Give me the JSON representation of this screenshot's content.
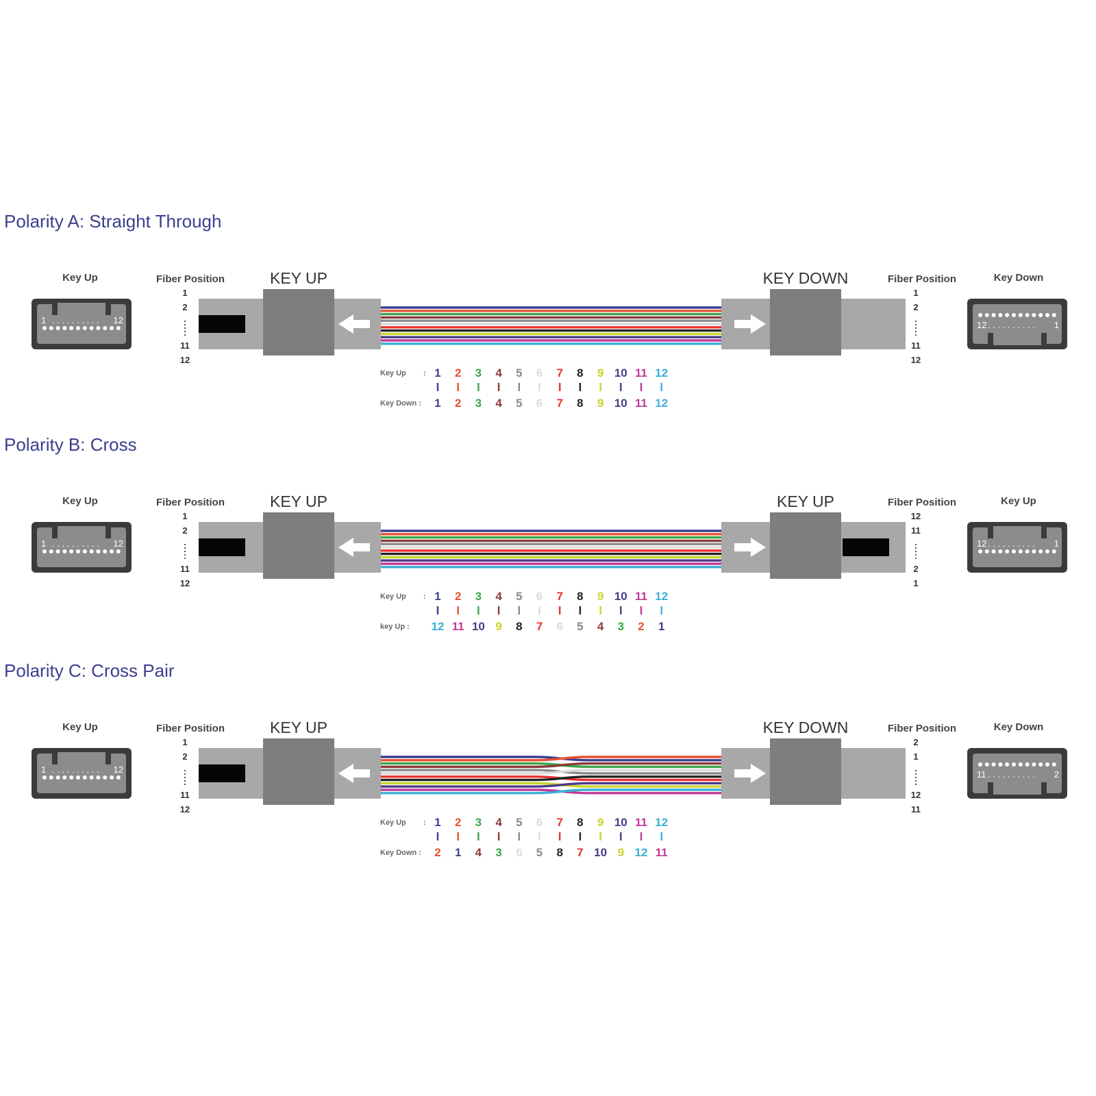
{
  "fiber_colors": [
    "#3a3f8f",
    "#e8502f",
    "#3aa64a",
    "#8b3a3a",
    "#8a8a8a",
    "#dcdcdc",
    "#e8312f",
    "#222222",
    "#c8d42a",
    "#4a3a8a",
    "#c03a9a",
    "#3ab0d8"
  ],
  "sections": [
    {
      "title": "Polarity A: Straight Through",
      "left_connector_label": "Key Up",
      "left_fiber_label": "Fiber Position",
      "left_key_label": "KEY UP",
      "left_positions": [
        "1",
        "2",
        "11",
        "12"
      ],
      "right_key_label": "KEY DOWN",
      "right_fiber_label": "Fiber Position",
      "right_connector_label": "Key Down",
      "right_positions": [
        "1",
        "2",
        "11",
        "12"
      ],
      "left_connector_text": [
        "1",
        "12"
      ],
      "right_connector_text": [
        "12",
        "1"
      ],
      "right_key_up": false,
      "crossed": false,
      "map_top_label": "Key Up",
      "map_bottom_label": "Key Down",
      "map_top": [
        "1",
        "2",
        "3",
        "4",
        "5",
        "6",
        "7",
        "8",
        "9",
        "10",
        "11",
        "12"
      ],
      "map_bottom": [
        "1",
        "2",
        "3",
        "4",
        "5",
        "6",
        "7",
        "8",
        "9",
        "10",
        "11",
        "12"
      ]
    },
    {
      "title": "Polarity B: Cross",
      "left_connector_label": "Key Up",
      "left_fiber_label": "Fiber Position",
      "left_key_label": "KEY UP",
      "left_positions": [
        "1",
        "2",
        "11",
        "12"
      ],
      "right_key_label": "KEY UP",
      "right_fiber_label": "Fiber Position",
      "right_connector_label": "Key Up",
      "right_positions": [
        "12",
        "11",
        "2",
        "1"
      ],
      "left_connector_text": [
        "1",
        "12"
      ],
      "right_connector_text": [
        "12",
        "1"
      ],
      "right_key_up": true,
      "crossed": false,
      "map_top_label": "Key Up",
      "map_bottom_label": "key Up",
      "map_top": [
        "1",
        "2",
        "3",
        "4",
        "5",
        "6",
        "7",
        "8",
        "9",
        "10",
        "11",
        "12"
      ],
      "map_bottom": [
        "12",
        "11",
        "10",
        "9",
        "8",
        "7",
        "6",
        "5",
        "4",
        "3",
        "2",
        "1"
      ]
    },
    {
      "title": "Polarity C: Cross Pair",
      "left_connector_label": "Key Up",
      "left_fiber_label": "Fiber Position",
      "left_key_label": "KEY UP",
      "left_positions": [
        "1",
        "2",
        "11",
        "12"
      ],
      "right_key_label": "KEY DOWN",
      "right_fiber_label": "Fiber Position",
      "right_connector_label": "Key Down",
      "right_positions": [
        "2",
        "1",
        "12",
        "11"
      ],
      "left_connector_text": [
        "1",
        "12"
      ],
      "right_connector_text": [
        "11",
        "2"
      ],
      "right_key_up": false,
      "crossed": true,
      "map_top_label": "Key Up",
      "map_bottom_label": "Key Down",
      "map_top": [
        "1",
        "2",
        "3",
        "4",
        "5",
        "6",
        "7",
        "8",
        "9",
        "10",
        "11",
        "12"
      ],
      "map_bottom": [
        "2",
        "1",
        "4",
        "3",
        "6",
        "5",
        "8",
        "7",
        "10",
        "9",
        "12",
        "11"
      ]
    }
  ]
}
